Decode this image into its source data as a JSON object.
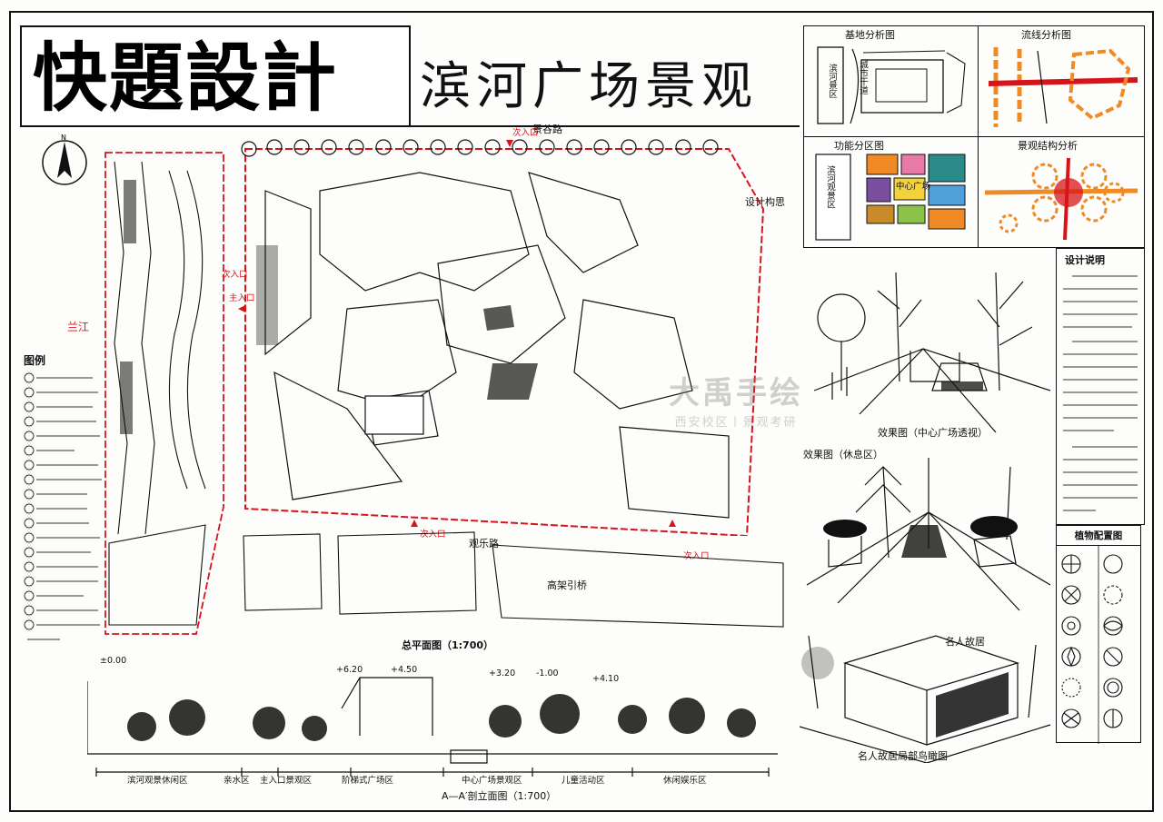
{
  "header": {
    "title": "快題設計",
    "subtitle": "滨河广场景观"
  },
  "site_plan": {
    "caption": "总平面图（1:700）",
    "roads": {
      "top": "景谷路",
      "right_bottom": "观乐路",
      "elevated": "高架引桥",
      "river": "兰江"
    },
    "entrances": {
      "main": "主入口",
      "secondary": "次入口"
    },
    "design_concept": {
      "title": "设计构思"
    }
  },
  "legend": {
    "title": "图例"
  },
  "section": {
    "caption": "A—A′剖立面图（1:700）",
    "elevations": [
      "±0.00",
      "+6.20",
      "+4.50",
      "+3.20",
      "-1.00",
      "+4.10"
    ],
    "zones": [
      "滨河观景休闲区",
      "亲水区",
      "主入口景观区",
      "阶梯式广场区",
      "中心广场景观区",
      "儿童活动区",
      "休闲娱乐区"
    ]
  },
  "analysis": {
    "site": "基地分析图",
    "flow": "流线分析图",
    "function": "功能分区图",
    "structure": "景观结构分析",
    "site_labels": [
      "滨河景区",
      "城市干道"
    ],
    "function_labels": [
      "滨河观景区",
      "中心广场"
    ]
  },
  "description": {
    "title": "设计说明"
  },
  "perspectives": {
    "p1": "效果图（中心广场透视）",
    "p2": "效果图（休息区）",
    "p3": "名人故居",
    "p4": "名人故居局部鸟瞰图"
  },
  "plants": {
    "title": "植物配置图"
  },
  "watermark": {
    "brand": "大禹手绘",
    "campus": "西安校区丨景观考研"
  },
  "colors": {
    "ink": "#111111",
    "red": "#d8141b",
    "orange": "#f08a24",
    "yellow": "#f4d23c",
    "purple": "#7b4fa0",
    "teal": "#2b8a8a",
    "pink": "#e87aa6"
  }
}
